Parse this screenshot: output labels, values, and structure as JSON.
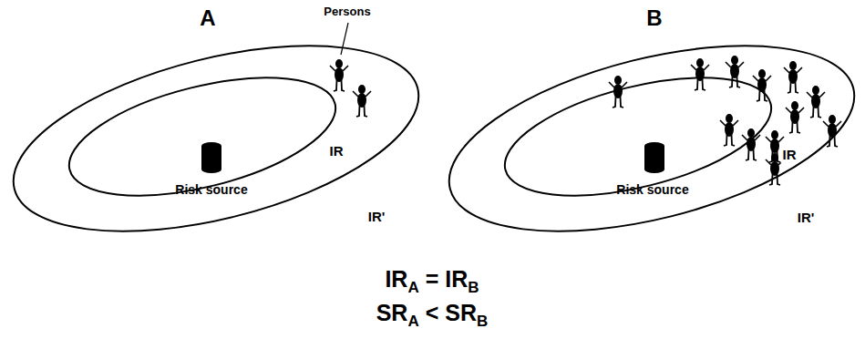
{
  "diagram": {
    "labels": [
      "A",
      "Persons",
      "IR",
      "IR'",
      "Risk source",
      "B",
      "IR",
      "IR'",
      "Risk source",
      "IR",
      "A",
      "=",
      "IR",
      "B",
      "SR",
      "A",
      "<",
      "SR",
      "B"
    ]
  }
}
